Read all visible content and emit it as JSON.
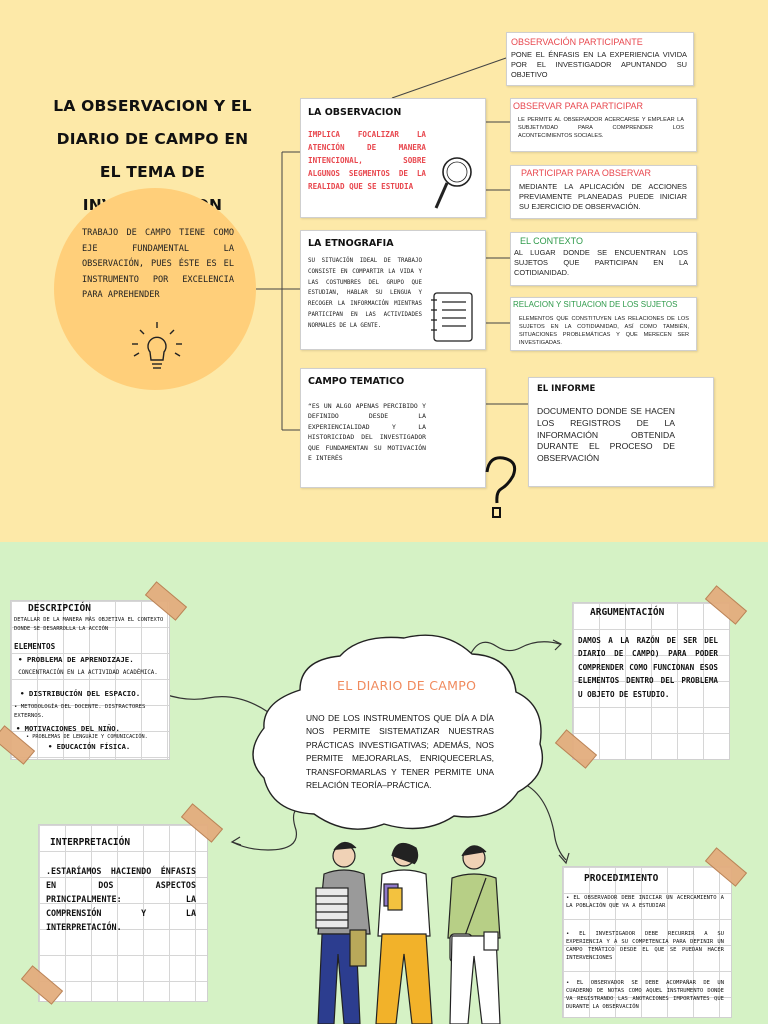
{
  "title": "LA OBSERVACION Y EL DIARIO DE CAMPO EN EL TEMA DE INVESTIGACION",
  "center_text": "TRABAJO DE CAMPO TIENE COMO EJE FUNDAMENTAL LA OBSERVACIÓN, PUES ÉSTE ES EL INSTRUMENTO POR EXCELENCIA PARA APREHENDER",
  "observacion": {
    "heading": "LA OBSERVACION",
    "body": "IMPLICA FOCALIZAR LA ATENCIÓN DE MANERA INTENCIONAL, SOBRE ALGUNOS SEGMENTOS DE LA REALIDAD QUE SE ESTUDIA"
  },
  "etnografia": {
    "heading": "LA ETNOGRAFIA",
    "body": "SU SITUACIÓN IDEAL DE TRABAJO CONSISTE EN COMPARTIR LA VIDA Y LAS COSTUMBRES DEL GRUPO QUE ESTUDIAN, HABLAR SU LENGUA Y RECOGER LA INFORMACIÓN MIENTRAS PARTICIPAN EN LAS ACTIVIDADES NORMALES DE LA GENTE."
  },
  "campo": {
    "heading": "CAMPO TEMATICO",
    "body": "“ES UN ALGO APENAS PERCIBIDO Y DEFINIDO DESDE LA EXPERIENCIALIDAD Y LA HISTORICIDAD DEL INVESTIGADOR QUE FUNDAMENTAN SU MOTIVACIÓN E INTERÉS"
  },
  "right_boxes": [
    {
      "title": "OBSERVACIÓN PARTICIPANTE",
      "body": "PONE EL ÉNFASIS EN LA EXPERIENCIA VIVIDA POR EL INVESTIGADOR APUNTANDO SU OBJETIVO"
    },
    {
      "title": "OBSERVAR PARA PARTICIPAR",
      "body": "LE PERMITE AL OBSERVADOR ACERCARSE Y EMPLEAR LA SUBJETIVIDAD PARA COMPRENDER LOS ACONTECIMIENTOS SOCIALES."
    },
    {
      "title": "PARTICIPAR PARA OBSERVAR",
      "body": "MEDIANTE LA APLICACIÓN DE ACCIONES PREVIAMENTE PLANEADAS PUEDE INICIAR SU EJERCICIO DE OBSERVACIÓN."
    },
    {
      "title": "EL CONTEXTO",
      "body": "AL LUGAR DONDE SE ENCUENTRAN LOS SUJETOS QUE PARTICIPAN EN LA COTIDIANIDAD."
    },
    {
      "title": "RELACION Y SITUACION DE LOS SUJETOS",
      "body": "ELEMENTOS QUE CONSTITUYEN LAS RELACIONES DE LOS SUJETOS EN LA COTIDIANIDAD, ASÍ COMO TAMBIÉN, SITUACIONES PROBLEMÁTICAS Y QUE MERECEN SER INVESTIGADAS."
    }
  ],
  "informe": {
    "heading": "EL INFORME",
    "body": "DOCUMENTO DONDE SE HACEN LOS REGISTROS DE LA INFORMACIÓN OBTENIDA DURANTE EL PROCESO DE OBSERVACIÓN"
  },
  "diario": {
    "title": "EL DIARIO DE CAMPO",
    "body": "UNO DE LOS INSTRUMENTOS QUE DÍA A DÍA NOS PERMITE SISTEMATIZAR NUESTRAS PRÁCTICAS INVESTIGATIVAS; ADEMÁS, NOS PERMITE MEJORARLAS, ENRIQUECERLAS, TRANSFORMARLAS Y TENER PERMITE UNA RELACIÓN TEORÍA–PRÁCTICA."
  },
  "descripcion": {
    "heading": "DESCRIPCIÓN",
    "intro": "DETALLAR DE LA MANERA MÁS OBJETIVA EL CONTEXTO DONDE SE DESARROLLA LA ACCIÓN",
    "elements_label": "ELEMENTOS",
    "items": [
      "• PROBLEMA DE APRENDIZAJE.",
      "CONCENTRACIÓN EN LA ACTIVIDAD ACADÉMICA.",
      "• DISTRIBUCIÓN DEL ESPACIO.",
      "• METODOLOGÍA DEL DOCENTE. DISTRACTORES EXTERNOS.",
      "• MOTIVACIONES DEL NIÑO.",
      "• PROBLEMAS DE LENGUAJE Y COMUNICACIÓN.",
      "• EDUCACIÓN FÍSICA."
    ]
  },
  "argumentacion": {
    "heading": "ARGUMENTACIÓN",
    "body": "DAMOS A LA RAZÓN DE SER DEL DIARIO DE CAMPO) PARA PODER COMPRENDER COMO FUNCIONAN ESOS ELEMENTOS DENTRO DEL PROBLEMA U OBJETO DE ESTUDIO."
  },
  "interpretacion": {
    "heading": "INTERPRETACIÓN",
    "body": ".ESTARÍAMOS HACIENDO ÉNFASIS EN DOS ASPECTOS PRINCIPALMENTE: LA COMPRENSIÓN Y LA INTERPRETACIÓN."
  },
  "procedimiento": {
    "heading": "PROCEDIMIENTO",
    "items": [
      "• EL OBSERVADOR DEBE INICIAR UN ACERCAMIENTO A LA POBLACIÓN QUE VA A ESTUDIAR",
      "• EL INVESTIGADOR DEBE RECURRIR A SU EXPERIENCIA Y A SU COMPETENCIA PARA DEFINIR UN CAMPO TEMÁTICO DESDE EL QUE SE PUEDAN HACER INTERVENCIONES",
      "• EL OBSERVADOR SE DEBE ACOMPAÑAR DE UN CUADERNO DE NOTAS COMO AQUEL INSTRUMENTO DONDE VA REGISTRANDO LAS ANOTACIONES IMPORTANTES QUE DURANTE LA OBSERVACIÓN"
    ]
  },
  "colors": {
    "top_bg": "#fde9a8",
    "bottom_bg": "#d5f2c5",
    "accent_red": "#e8474e",
    "accent_green": "#2e9a4a",
    "circle": "#ffcf7a",
    "tape": "#e3ad7e"
  }
}
